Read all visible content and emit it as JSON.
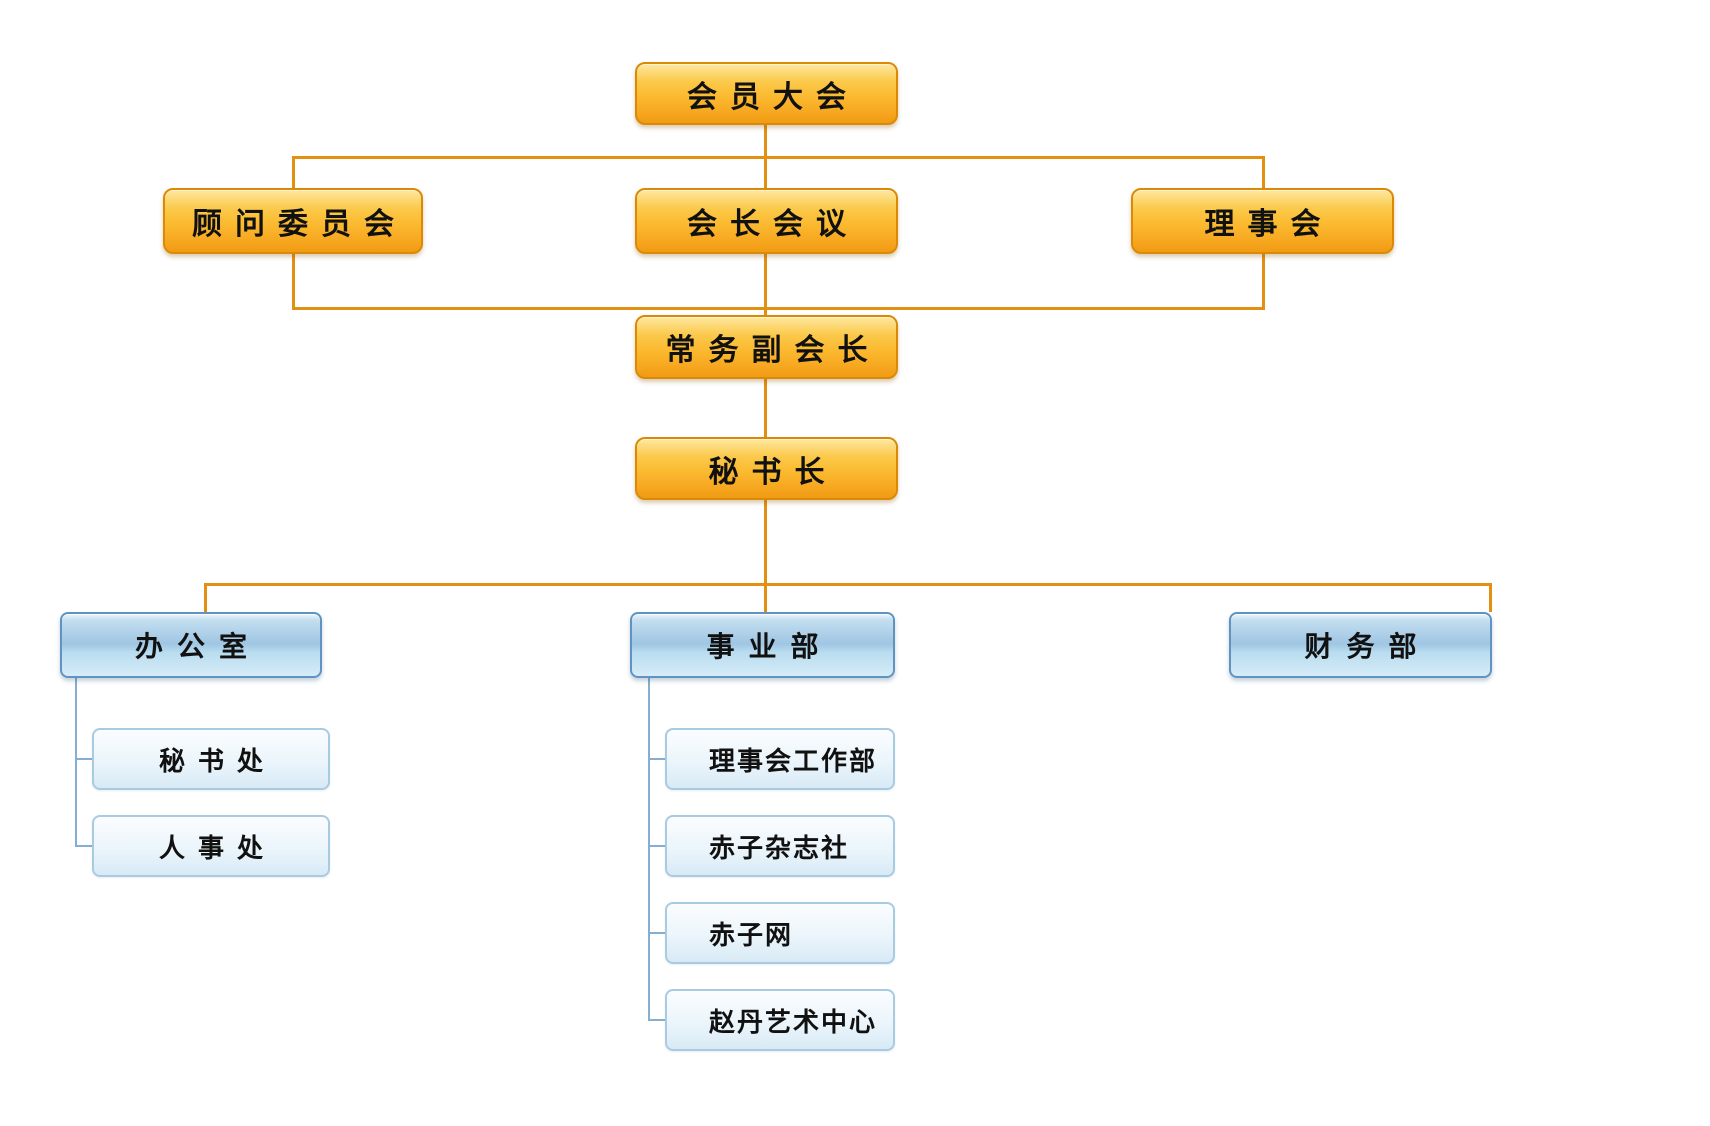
{
  "org": {
    "root": {
      "label": "会员大会"
    },
    "level2": [
      {
        "label": "顾问委员会"
      },
      {
        "label": "会长会议"
      },
      {
        "label": "理事会"
      }
    ],
    "level3": {
      "label": "常务副会长"
    },
    "level4": {
      "label": "秘书长"
    },
    "departments": [
      {
        "label": "办公室",
        "children": [
          {
            "label": "秘书处"
          },
          {
            "label": "人事处"
          }
        ]
      },
      {
        "label": "事业部",
        "children": [
          {
            "label": "理事会工作部"
          },
          {
            "label": "赤子杂志社"
          },
          {
            "label": "赤子网"
          },
          {
            "label": "赵丹艺术中心"
          }
        ]
      },
      {
        "label": "财务部",
        "children": []
      }
    ],
    "colors": {
      "orange_box_border": "#DB8A05",
      "orange_box_top": "#FEE8A0",
      "orange_box_bottom": "#F09B13",
      "blue_box_border": "#6093C0",
      "blue_box_fill": "#9FC6E3",
      "sub_box_border": "#A9CBE2",
      "sub_box_fill": "#E4F1FA",
      "connector_orange": "#E28F12",
      "connector_blue": "#86AED2",
      "text": "#111111"
    }
  }
}
